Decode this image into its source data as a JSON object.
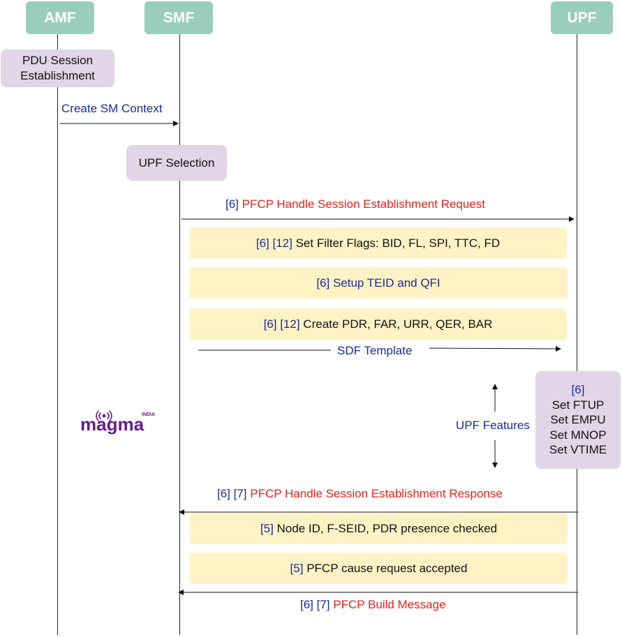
{
  "actors": {
    "amf": "AMF",
    "smf": "SMF",
    "upf": "UPF"
  },
  "notes": {
    "pdu_line1": "PDU Session",
    "pdu_line2": "Establishment",
    "upf_selection": "UPF Selection",
    "filter_flags": {
      "refs": "[6] [12]",
      "text": "Set Filter Flags: BID, FL, SPI, TTC, FD"
    },
    "teid_qfi": {
      "refs": "[6]",
      "text": "Setup TEID and QFI"
    },
    "create_rules": {
      "refs": "[6] [12]",
      "text": "Create PDR, FAR, URR, QER, BAR"
    },
    "upf_features_box": {
      "ref": "[6]",
      "lines": [
        "Set FTUP",
        "Set EMPU",
        "Set MNOP",
        "Set VTIME"
      ]
    },
    "presence_checked": {
      "refs": "[5]",
      "text": "Node ID, F-SEID, PDR presence checked"
    },
    "cause_accepted": {
      "refs": "[5]",
      "text": "PFCP cause request accepted"
    }
  },
  "messages": {
    "create_sm_context": "Create SM Context",
    "est_request": {
      "refs": "[6]",
      "text": "PFCP Handle Session Establishment Request"
    },
    "sdf_template": "SDF Template",
    "upf_features": "UPF Features",
    "est_response": {
      "refs": "[6] [7]",
      "text": "PFCP Handle Session Establishment Response"
    },
    "build_message": {
      "refs": "[6] [7]",
      "text": "PFCP Build Message"
    }
  },
  "logo": {
    "text": "magma",
    "badge": "INDIA"
  },
  "colors": {
    "actor": "#9bcdbd",
    "purple_note": "#e1d5e7",
    "yellow_note": "#fff3c6",
    "ref_blue": "#1b2b99",
    "message_red": "#e2231a",
    "logo_purple": "#6a1b8a"
  }
}
